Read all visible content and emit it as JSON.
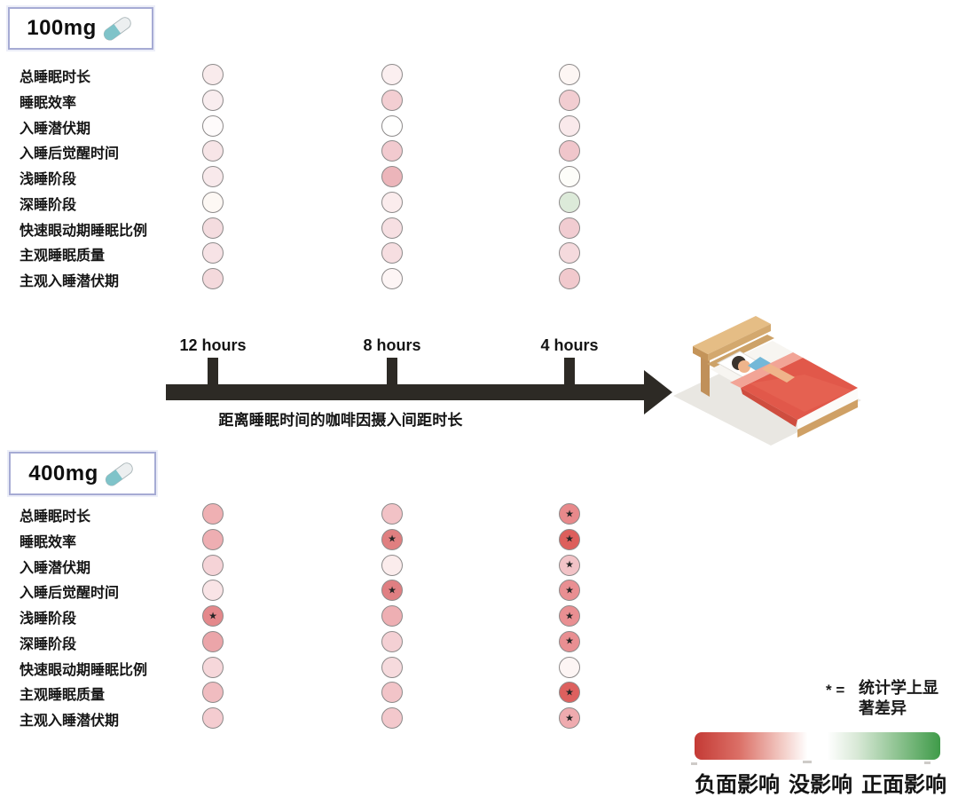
{
  "chart_data": {
    "type": "heatmap",
    "title": "",
    "x_axis_label": "距离睡眠时间的咖啡因摄入间距时长",
    "x_categories": [
      "12 hours",
      "8 hours",
      "4 hours"
    ],
    "row_categories": [
      "总睡眠时长",
      "睡眠效率",
      "入睡潜伏期",
      "入睡后觉醒时间",
      "浅睡阶段",
      "深睡阶段",
      "快速眼动期睡眠比例",
      "主观睡眠质量",
      "主观入睡潜伏期"
    ],
    "effect_scale": {
      "range": [
        -1,
        1
      ],
      "min_label": "负面影响",
      "mid_label": "没影响",
      "max_label": "正面影响",
      "negative_color": "#c43a35",
      "neutral_color": "#ffffff",
      "positive_color": "#3f9b49"
    },
    "significance_note": {
      "symbol": "* =",
      "text": "统计学上显著差异",
      "glyph": "★"
    },
    "series": [
      {
        "name": "100mg",
        "cells": [
          [
            {
              "color": "#f9ebec",
              "effect": -0.1,
              "significant": false
            },
            {
              "color": "#fbeff0",
              "effect": -0.08,
              "significant": false
            },
            {
              "color": "#fdf6f4",
              "effect": -0.04,
              "significant": false
            }
          ],
          [
            {
              "color": "#f9edef",
              "effect": -0.09,
              "significant": false
            },
            {
              "color": "#f3ced2",
              "effect": -0.25,
              "significant": false
            },
            {
              "color": "#f2cdd1",
              "effect": -0.26,
              "significant": false
            }
          ],
          [
            {
              "color": "#fefbfb",
              "effect": -0.02,
              "significant": false
            },
            {
              "color": "#fffffe",
              "effect": 0.0,
              "significant": false
            },
            {
              "color": "#f9e9eb",
              "effect": -0.12,
              "significant": false
            }
          ],
          [
            {
              "color": "#f7e5e7",
              "effect": -0.14,
              "significant": false
            },
            {
              "color": "#f2cacf",
              "effect": -0.27,
              "significant": false
            },
            {
              "color": "#f0c6cb",
              "effect": -0.3,
              "significant": false
            }
          ],
          [
            {
              "color": "#f8e9eb",
              "effect": -0.12,
              "significant": false
            },
            {
              "color": "#ecb5ba",
              "effect": -0.38,
              "significant": false
            },
            {
              "color": "#fdfdf9",
              "effect": 0.0,
              "significant": false
            }
          ],
          [
            {
              "color": "#fdf8f4",
              "effect": -0.03,
              "significant": false
            },
            {
              "color": "#fbeced",
              "effect": -0.1,
              "significant": false
            },
            {
              "color": "#dcead9",
              "effect": 0.15,
              "significant": false
            }
          ],
          [
            {
              "color": "#f4dcdf",
              "effect": -0.18,
              "significant": false
            },
            {
              "color": "#f6dfe2",
              "effect": -0.16,
              "significant": false
            },
            {
              "color": "#f1ccd1",
              "effect": -0.27,
              "significant": false
            }
          ],
          [
            {
              "color": "#f7e3e6",
              "effect": -0.15,
              "significant": false
            },
            {
              "color": "#f6dee1",
              "effect": -0.17,
              "significant": false
            },
            {
              "color": "#f5dadd",
              "effect": -0.2,
              "significant": false
            }
          ],
          [
            {
              "color": "#f4d9dc",
              "effect": -0.2,
              "significant": false
            },
            {
              "color": "#fdf5f5",
              "effect": -0.05,
              "significant": false
            },
            {
              "color": "#f1c9cd",
              "effect": -0.28,
              "significant": false
            }
          ]
        ]
      },
      {
        "name": "400mg",
        "cells": [
          [
            {
              "color": "#efb0b3",
              "effect": -0.42,
              "significant": false
            },
            {
              "color": "#f2c2c6",
              "effect": -0.32,
              "significant": false
            },
            {
              "color": "#e8898b",
              "effect": -0.6,
              "significant": true
            }
          ],
          [
            {
              "color": "#eeaeb2",
              "effect": -0.43,
              "significant": false
            },
            {
              "color": "#e07f80",
              "effect": -0.65,
              "significant": true
            },
            {
              "color": "#dd5f5c",
              "effect": -0.82,
              "significant": true
            }
          ],
          [
            {
              "color": "#f5d3d7",
              "effect": -0.24,
              "significant": false
            },
            {
              "color": "#fbecec",
              "effect": -0.1,
              "significant": false
            },
            {
              "color": "#f2c3c7",
              "effect": -0.32,
              "significant": true
            }
          ],
          [
            {
              "color": "#f9e4e6",
              "effect": -0.15,
              "significant": false
            },
            {
              "color": "#e07f82",
              "effect": -0.65,
              "significant": true
            },
            {
              "color": "#e98f92",
              "effect": -0.57,
              "significant": true
            }
          ],
          [
            {
              "color": "#e4888b",
              "effect": -0.62,
              "significant": true
            },
            {
              "color": "#eeafb3",
              "effect": -0.42,
              "significant": false
            },
            {
              "color": "#e98f92",
              "effect": -0.57,
              "significant": true
            }
          ],
          [
            {
              "color": "#eba5a9",
              "effect": -0.47,
              "significant": false
            },
            {
              "color": "#f4d0d4",
              "effect": -0.26,
              "significant": false
            },
            {
              "color": "#e98f92",
              "effect": -0.57,
              "significant": true
            }
          ],
          [
            {
              "color": "#f6d7da",
              "effect": -0.22,
              "significant": false
            },
            {
              "color": "#f6dadd",
              "effect": -0.2,
              "significant": false
            },
            {
              "color": "#fdf5f4",
              "effect": -0.04,
              "significant": false
            }
          ],
          [
            {
              "color": "#f0bcc0",
              "effect": -0.36,
              "significant": false
            },
            {
              "color": "#f2c4c8",
              "effect": -0.31,
              "significant": false
            },
            {
              "color": "#dd605e",
              "effect": -0.81,
              "significant": true
            }
          ],
          [
            {
              "color": "#f4ccd0",
              "effect": -0.27,
              "significant": false
            },
            {
              "color": "#f3c8cc",
              "effect": -0.29,
              "significant": false
            },
            {
              "color": "#efabaf",
              "effect": -0.45,
              "significant": true
            }
          ]
        ]
      }
    ]
  }
}
